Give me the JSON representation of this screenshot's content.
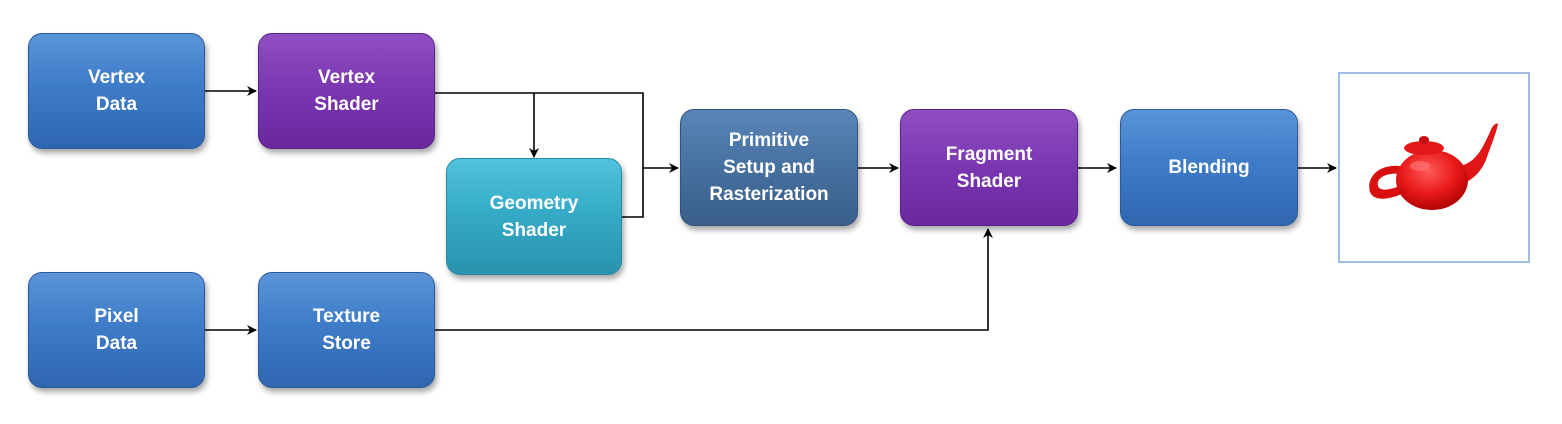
{
  "nodes": {
    "vertex_data": "Vertex\nData",
    "vertex_shader": "Vertex\nShader",
    "geometry_shader": "Geometry\nShader",
    "primitive_setup": "Primitive\nSetup and\nRasterization",
    "fragment_shader": "Fragment\nShader",
    "blending": "Blending",
    "pixel_data": "Pixel\nData",
    "texture_store": "Texture\nStore"
  },
  "output": {
    "icon": "teapot-icon",
    "color": "#e81818"
  },
  "colors": {
    "blue": "#3f7cc8",
    "purple": "#7a36b0",
    "teal": "#34a9c6",
    "steel": "#46709f",
    "connector": "#000000"
  }
}
